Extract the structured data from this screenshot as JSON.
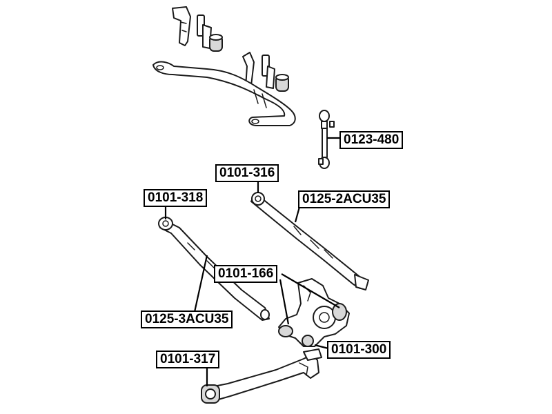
{
  "labels": {
    "p0123_480": "0123-480",
    "p0101_316": "0101-316",
    "p0101_318": "0101-318",
    "p0125_2acu35": "0125-2ACU35",
    "p0101_166": "0101-166",
    "p0125_3acu35": "0125-3ACU35",
    "p0101_300": "0101-300",
    "p0101_317": "0101-317"
  }
}
